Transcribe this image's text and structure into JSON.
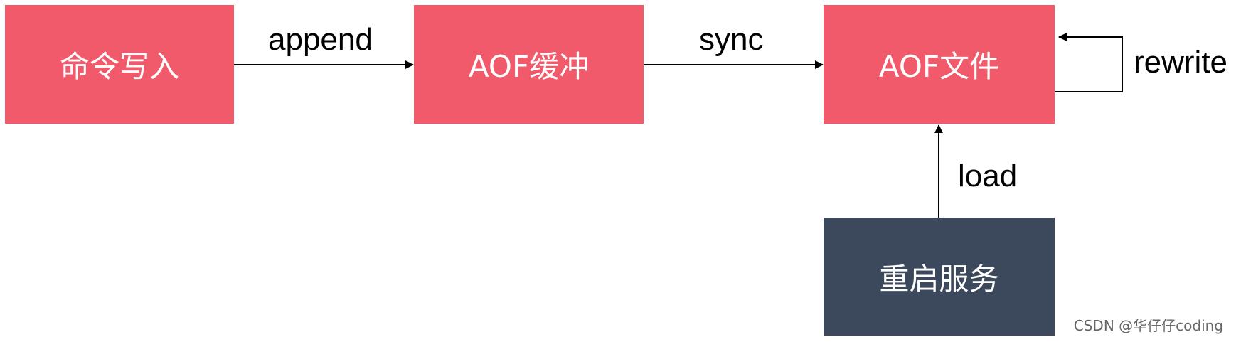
{
  "diagram": {
    "nodes": {
      "write_command": {
        "label": "命令写入"
      },
      "aof_buffer": {
        "label": "AOF缓冲"
      },
      "aof_file": {
        "label": "AOF文件"
      },
      "restart_service": {
        "label": "重启服务"
      }
    },
    "edges": {
      "append": {
        "label": "append"
      },
      "sync": {
        "label": "sync"
      },
      "rewrite": {
        "label": "rewrite"
      },
      "load": {
        "label": "load"
      }
    }
  },
  "colors": {
    "node_primary": "#f05a6a",
    "node_secondary": "#3c495c",
    "edge": "#000000",
    "background": "#ffffff"
  },
  "watermark": "CSDN @华仔仔coding"
}
